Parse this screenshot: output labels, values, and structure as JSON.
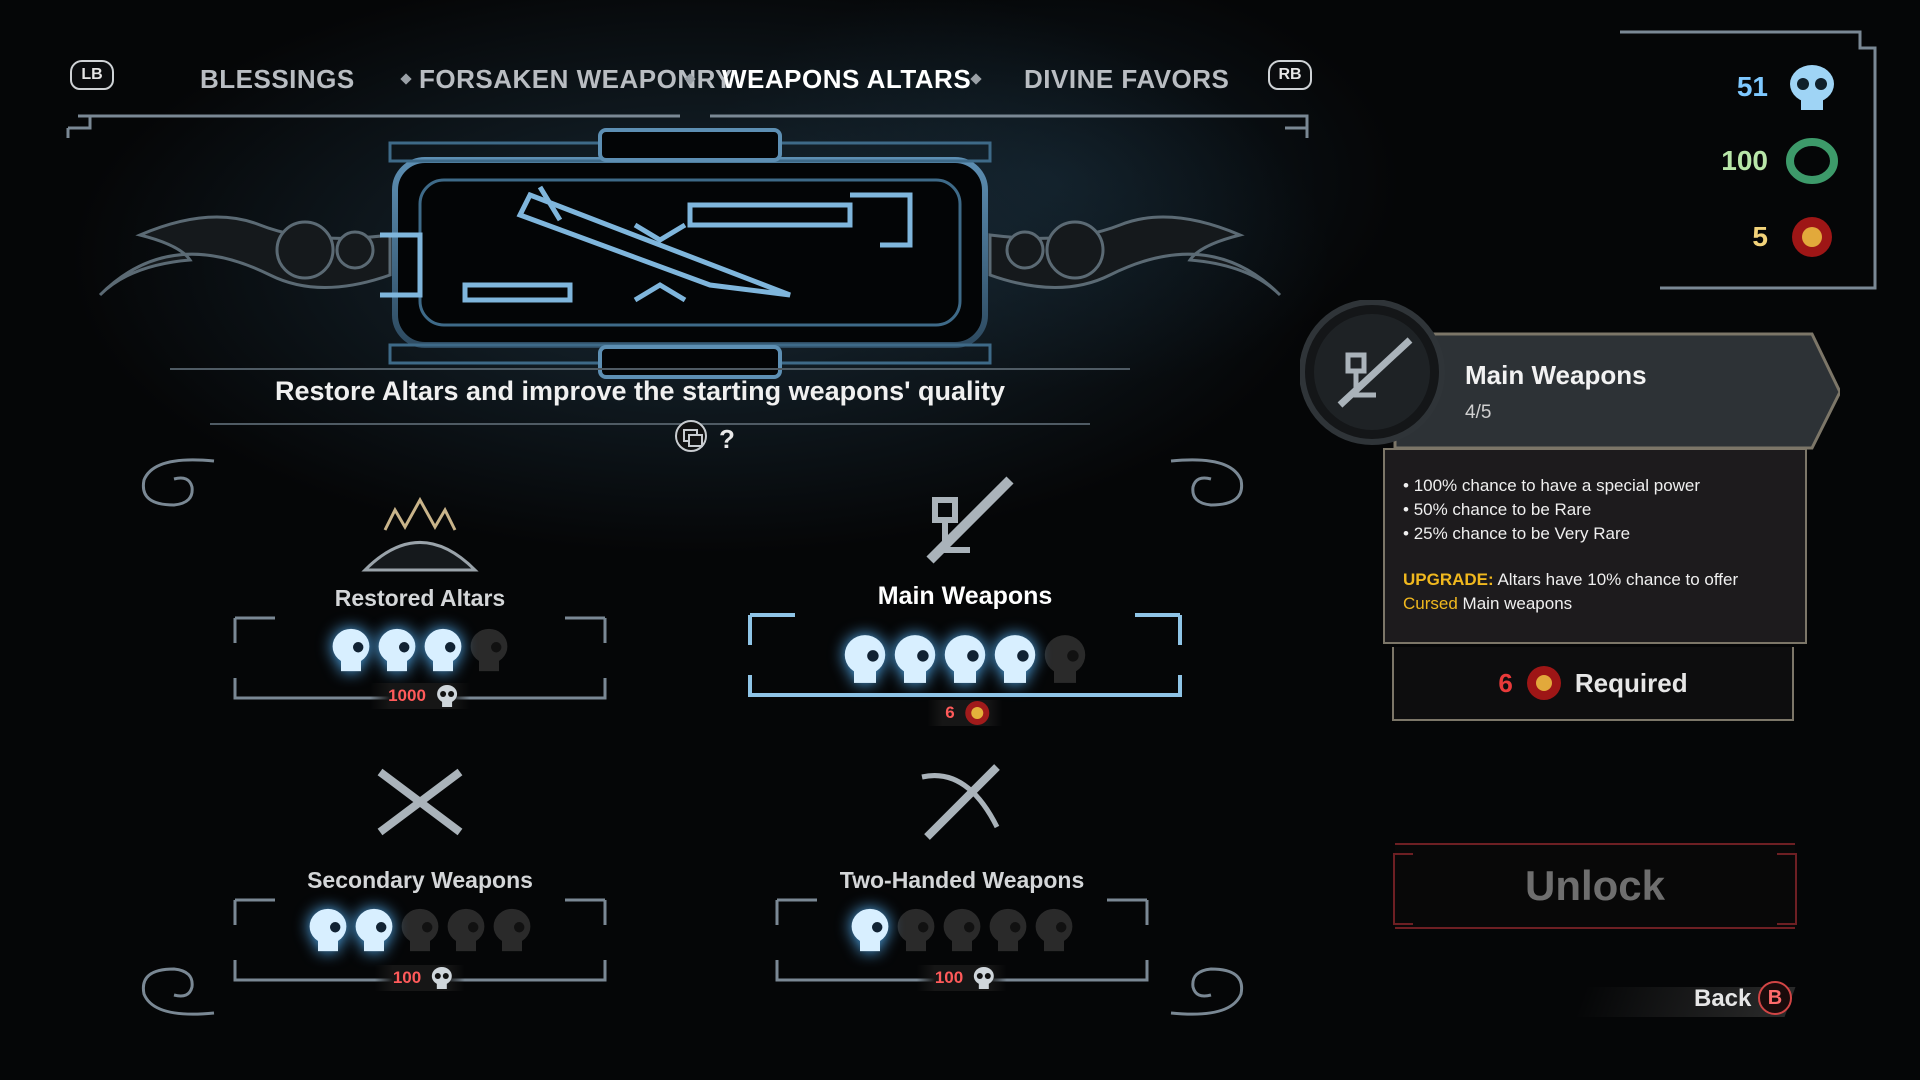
{
  "tabs": {
    "left_bumper": "LB",
    "right_bumper": "RB",
    "items": [
      {
        "label": "BLESSINGS",
        "active": false
      },
      {
        "label": "FORSAKEN WEAPONRY",
        "active": false
      },
      {
        "label": "WEAPONS ALTARS",
        "active": true
      },
      {
        "label": "DIVINE FAVORS",
        "active": false
      }
    ]
  },
  "banner": {
    "subtitle": "Restore Altars and improve the starting weapons' quality",
    "help_label": "?"
  },
  "resources": [
    {
      "value": "51",
      "icon": "blue-skull-icon"
    },
    {
      "value": "100",
      "icon": "green-ring-icon"
    },
    {
      "value": "5",
      "icon": "red-gem-icon"
    }
  ],
  "categories": [
    {
      "name": "Restored Altars",
      "filled": 3,
      "total": 4,
      "cost": "1000",
      "cost_icon": "skull-icon",
      "active": false
    },
    {
      "name": "Main Weapons",
      "filled": 4,
      "total": 5,
      "cost": "6",
      "cost_icon": "red-gem-icon",
      "active": true
    },
    {
      "name": "Secondary Weapons",
      "filled": 2,
      "total": 5,
      "cost": "100",
      "cost_icon": "skull-icon",
      "active": false
    },
    {
      "name": "Two-Handed Weapons",
      "filled": 1,
      "total": 5,
      "cost": "100",
      "cost_icon": "skull-icon",
      "active": false
    }
  ],
  "detail": {
    "title": "Main Weapons",
    "progress": "4/5",
    "bullets": [
      "100% chance to have a special power",
      "50% chance to be Rare",
      "25% chance to be Very Rare"
    ],
    "upgrade_keyword": "UPGRADE:",
    "upgrade_text_1": "Altars have 10% chance to offer",
    "upgrade_cursed": "Cursed",
    "upgrade_text_2": "Main weapons",
    "required_amount": "6",
    "required_label": "Required"
  },
  "actions": {
    "unlock_label": "Unlock",
    "back_label": "Back",
    "back_button": "B"
  },
  "colors": {
    "accent_blue": "#7ec8ff",
    "cost_red": "#ff5a5a",
    "upgrade_gold": "#f0b81e",
    "resource_green": "#b8e6a8"
  }
}
